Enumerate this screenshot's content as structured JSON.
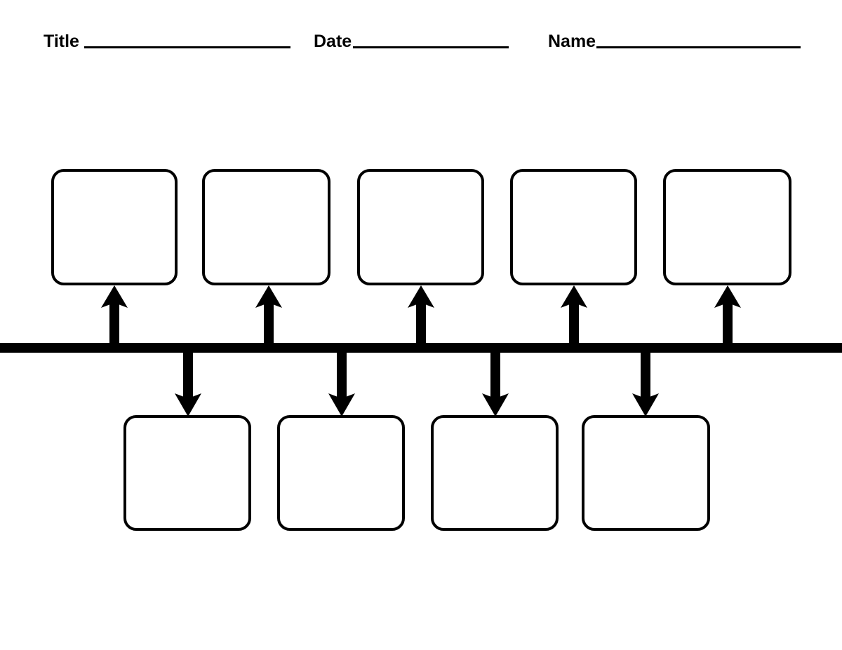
{
  "page": {
    "title": "Timeline Graphic Organizer",
    "background_color": "#ffffff",
    "ink_color": "#000000"
  },
  "header": {
    "fields": [
      {
        "label": "Title",
        "value": "",
        "rule": "blank-line"
      },
      {
        "label": "Date",
        "value": "",
        "rule": "blank-line"
      },
      {
        "label": "Name",
        "value": "",
        "rule": "blank-line"
      }
    ]
  },
  "timeline": {
    "axis": {
      "name": "timeline-bar",
      "orientation": "horizontal",
      "color": "#000000",
      "thickness_px": 14,
      "spans_full_width": true
    },
    "top_row": {
      "count": 5,
      "connector": "arrow-up",
      "boxes": [
        {
          "index": 1,
          "text": ""
        },
        {
          "index": 2,
          "text": ""
        },
        {
          "index": 3,
          "text": ""
        },
        {
          "index": 4,
          "text": ""
        },
        {
          "index": 5,
          "text": ""
        }
      ]
    },
    "bottom_row": {
      "count": 4,
      "connector": "arrow-down",
      "boxes": [
        {
          "index": 1,
          "text": ""
        },
        {
          "index": 2,
          "text": ""
        },
        {
          "index": 3,
          "text": ""
        },
        {
          "index": 4,
          "text": ""
        }
      ]
    }
  },
  "icons": {
    "arrow_up": "arrow-up-icon",
    "arrow_down": "arrow-down-icon"
  }
}
